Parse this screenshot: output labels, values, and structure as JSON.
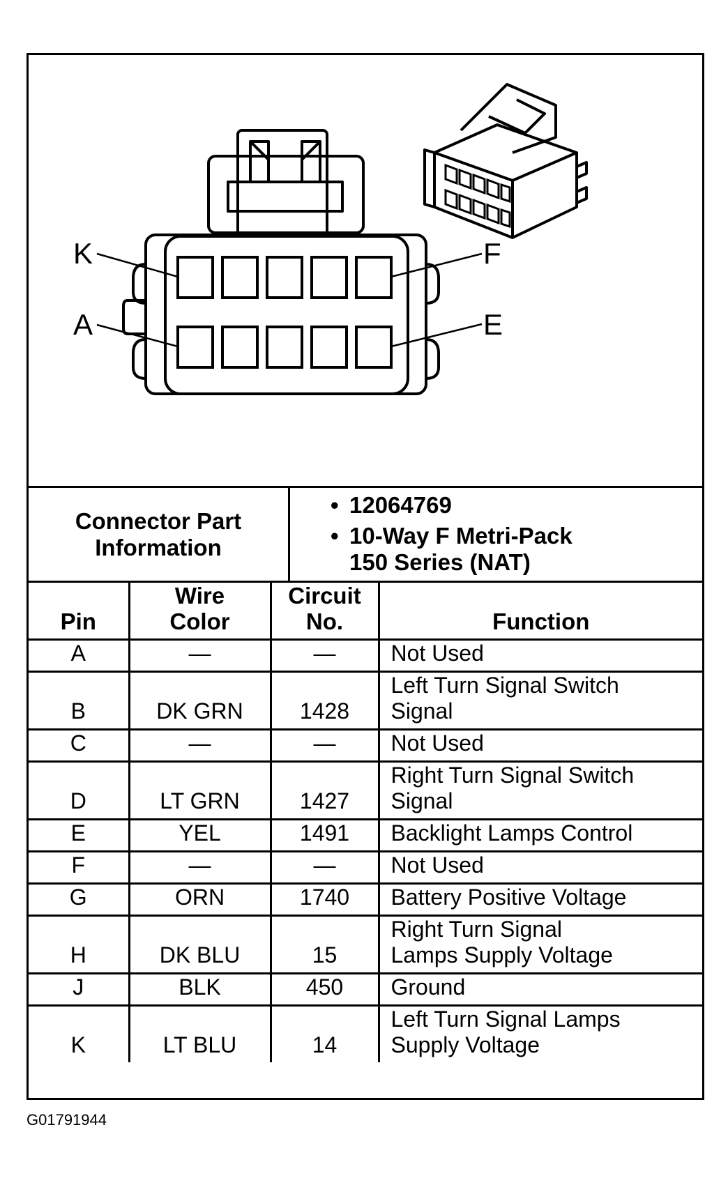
{
  "diagram": {
    "pin_labels": {
      "top_left": "K",
      "bottom_left": "A",
      "top_right": "F",
      "bottom_right": "E"
    }
  },
  "connector_info": {
    "label_line1": "Connector Part",
    "label_line2": "Information",
    "part_number": "12064769",
    "description_line1": "10-Way F Metri-Pack",
    "description_line2": "150 Series (NAT)"
  },
  "table": {
    "headers": {
      "pin": "Pin",
      "wire_color_line1": "Wire",
      "wire_color_line2": "Color",
      "circuit_line1": "Circuit",
      "circuit_line2": "No.",
      "function": "Function"
    },
    "rows": [
      {
        "pin": "A",
        "wire_color": "—",
        "circuit": "—",
        "function_line1": "Not Used",
        "function_line2": ""
      },
      {
        "pin": "B",
        "wire_color": "DK GRN",
        "circuit": "1428",
        "function_line1": "Left Turn Signal Switch",
        "function_line2": "Signal"
      },
      {
        "pin": "C",
        "wire_color": "—",
        "circuit": "—",
        "function_line1": "Not Used",
        "function_line2": ""
      },
      {
        "pin": "D",
        "wire_color": "LT GRN",
        "circuit": "1427",
        "function_line1": "Right Turn Signal Switch",
        "function_line2": "Signal"
      },
      {
        "pin": "E",
        "wire_color": "YEL",
        "circuit": "1491",
        "function_line1": "Backlight Lamps Control",
        "function_line2": ""
      },
      {
        "pin": "F",
        "wire_color": "—",
        "circuit": "—",
        "function_line1": "Not Used",
        "function_line2": ""
      },
      {
        "pin": "G",
        "wire_color": "ORN",
        "circuit": "1740",
        "function_line1": "Battery Positive Voltage",
        "function_line2": ""
      },
      {
        "pin": "H",
        "wire_color": "DK BLU",
        "circuit": "15",
        "function_line1": "Right Turn Signal",
        "function_line2": "Lamps Supply Voltage"
      },
      {
        "pin": "J",
        "wire_color": "BLK",
        "circuit": "450",
        "function_line1": "Ground",
        "function_line2": ""
      },
      {
        "pin": "K",
        "wire_color": "LT BLU",
        "circuit": "14",
        "function_line1": "Left Turn Signal Lamps",
        "function_line2": "Supply Voltage"
      }
    ]
  },
  "figure_id": "G01791944"
}
